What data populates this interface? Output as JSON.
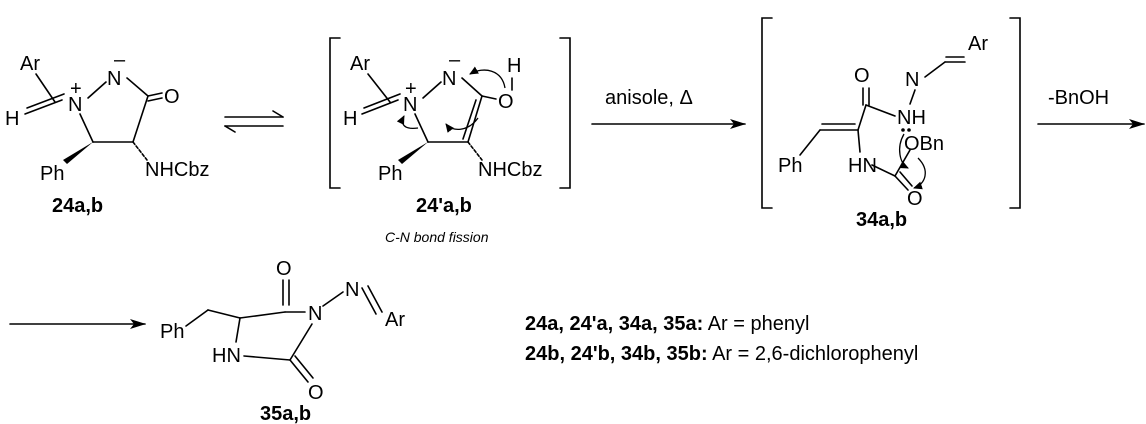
{
  "atoms": {
    "ar": "Ar",
    "h": "H",
    "n": "N",
    "o": "O",
    "ph": "Ph",
    "nhcbz": "NHCbz",
    "nh": "NH",
    "hn": "HN",
    "obn": "OBn",
    "plus": "+",
    "minus": "–"
  },
  "compounds": {
    "c24": "24a,b",
    "c24p": "24'a,b",
    "c34": "34a,b",
    "c35": "35a,b"
  },
  "arrows": {
    "step2_reagent": "anisole, Δ",
    "step3_reagent": "-BnOH"
  },
  "notes": {
    "fission": "C-N bond fission"
  },
  "legend": [
    {
      "ids": "24a, 24'a, 34a, 35a:",
      "text": " Ar = phenyl"
    },
    {
      "ids": "24b, 24'b, 34b, 35b:",
      "text": " Ar = 2,6-dichlorophenyl"
    }
  ]
}
